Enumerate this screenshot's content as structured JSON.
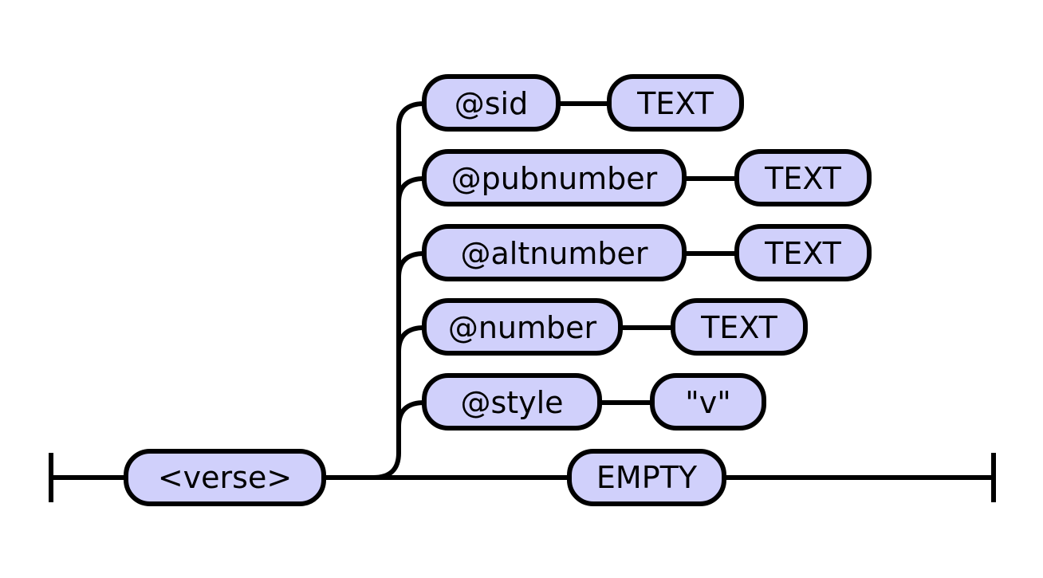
{
  "diagram": {
    "element": "<verse>",
    "attributes": [
      {
        "name": "@sid",
        "value": "TEXT"
      },
      {
        "name": "@pubnumber",
        "value": "TEXT"
      },
      {
        "name": "@altnumber",
        "value": "TEXT"
      },
      {
        "name": "@number",
        "value": "TEXT"
      },
      {
        "name": "@style",
        "value": "\"v\""
      }
    ],
    "content": "EMPTY"
  },
  "colors": {
    "node_fill": "#d0d0fb",
    "stroke": "#000000",
    "background": "#ffffff"
  }
}
